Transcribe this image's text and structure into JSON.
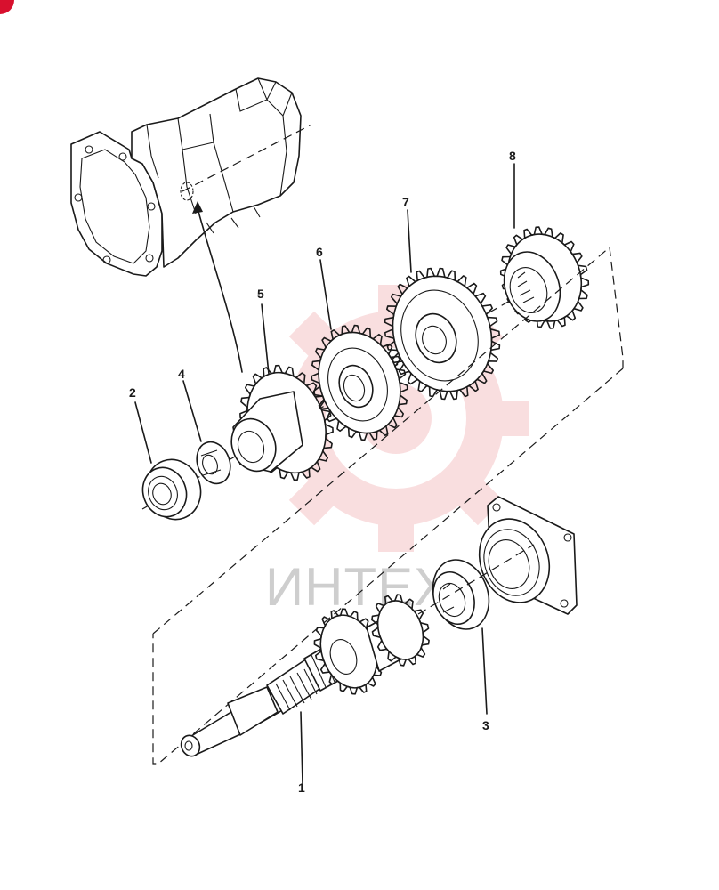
{
  "watermark": {
    "text": "ИНТЕХ",
    "color": "#e0393e"
  },
  "corner_mark": {
    "color": "#d8102e"
  },
  "callouts": [
    {
      "id": "1",
      "label": "1"
    },
    {
      "id": "2",
      "label": "2"
    },
    {
      "id": "3",
      "label": "3"
    },
    {
      "id": "4",
      "label": "4"
    },
    {
      "id": "5",
      "label": "5"
    },
    {
      "id": "6",
      "label": "6"
    },
    {
      "id": "7",
      "label": "7"
    },
    {
      "id": "8",
      "label": "8"
    }
  ]
}
